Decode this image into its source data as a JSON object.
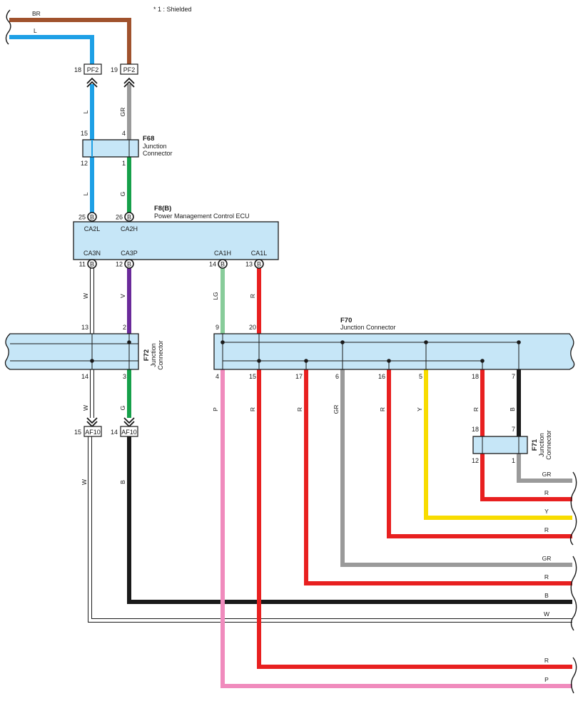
{
  "note": "* 1 : Shielded",
  "colors": {
    "BR": "#a0522d",
    "L": "#1ea0e6",
    "GR": "#9a9a9a",
    "G": "#16a04a",
    "V": "#6a2a9a",
    "W": "#ffffff",
    "LG": "#88cc9a",
    "R": "#e82020",
    "P": "#f08bbd",
    "B": "#1a1a1a",
    "Y": "#f8dc00",
    "body": "#c6e6f7"
  },
  "connectors": {
    "f68": {
      "id": "F68",
      "name": "Junction Connector",
      "pins": [
        "15",
        "4",
        "12",
        "1"
      ]
    },
    "f8": {
      "id": "F8(B)",
      "name": "Power Management Control ECU",
      "top_pins": [
        {
          "num": "25",
          "term": "CA2L",
          "mark": "B"
        },
        {
          "num": "26",
          "term": "CA2H",
          "mark": "B"
        }
      ],
      "bottom_pins": [
        {
          "num": "11",
          "term": "CA3N",
          "mark": "B"
        },
        {
          "num": "12",
          "term": "CA3P",
          "mark": "B"
        },
        {
          "num": "14",
          "term": "CA1H",
          "mark": "B"
        },
        {
          "num": "13",
          "term": "CA1L",
          "mark": "B"
        }
      ]
    },
    "f72": {
      "id": "F72",
      "name": "Junction Connector",
      "pins": [
        "13",
        "2",
        "14",
        "3"
      ]
    },
    "f70": {
      "id": "F70",
      "name": "Junction Connector",
      "pins": [
        "9",
        "20",
        "4",
        "15",
        "17",
        "6",
        "16",
        "5",
        "18",
        "7"
      ]
    },
    "f71": {
      "id": "F71",
      "name": "Junction Connector",
      "pins": [
        "18",
        "7",
        "12",
        "1"
      ]
    },
    "pf2": {
      "name": "PF2",
      "pins": [
        "18",
        "19"
      ]
    },
    "af10": {
      "name": "AF10",
      "pins": [
        "15",
        "14"
      ]
    }
  },
  "wire_labels": {
    "top": [
      "BR",
      "L"
    ],
    "pf2_f68": [
      "L",
      "GR"
    ],
    "f68_f8": [
      "L",
      "G"
    ],
    "f8_f72": [
      "W",
      "V"
    ],
    "f8_f70": [
      "LG",
      "R"
    ],
    "f72_af10": [
      "W",
      "G"
    ],
    "af10_down": [
      "W",
      "B"
    ],
    "f70_down": [
      "P",
      "R",
      "R",
      "GR",
      "R",
      "Y",
      "R",
      "B"
    ],
    "right_ends": [
      "GR",
      "R",
      "Y",
      "R",
      "GR",
      "R",
      "B",
      "W",
      "R",
      "P"
    ]
  }
}
